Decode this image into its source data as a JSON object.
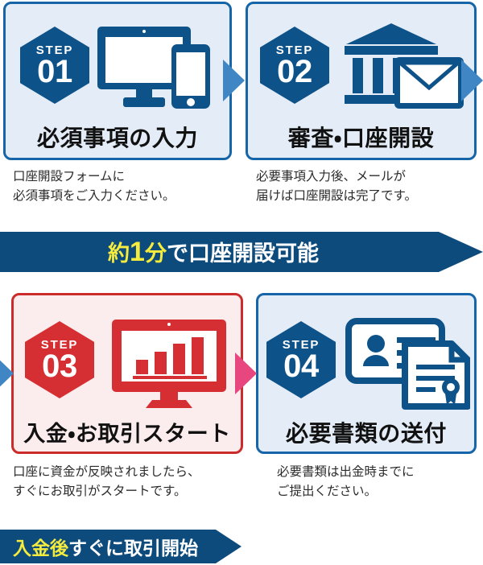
{
  "flow": {
    "steps": [
      {
        "badge_word": "STEP",
        "badge_number": "01",
        "title": "必須事項の入力",
        "description": "口座開設フォームに\n必須事項をご入力ください。",
        "icon": "desktop-mobile-icon",
        "theme": "blue",
        "badge_color": "#0d5289",
        "card_bg": "#e4edf7",
        "card_border": "#1565a8"
      },
      {
        "badge_word": "STEP",
        "badge_number": "02",
        "title": "審査・口座開設",
        "description": "必要事項入力後、メールが\n届けば口座開設は完了です。",
        "icon": "bank-envelope-icon",
        "theme": "blue",
        "badge_color": "#0d5289",
        "card_bg": "#e4edf7",
        "card_border": "#1565a8"
      },
      {
        "badge_word": "STEP",
        "badge_number": "03",
        "title": "入金・お取引スタート",
        "description": "口座に資金が反映されましたら、\nすぐにお取引がスタートです。",
        "icon": "monitor-barchart-icon",
        "theme": "red",
        "badge_color": "#d62f33",
        "card_bg": "#fbeced",
        "card_border": "#cc2b2b"
      },
      {
        "badge_word": "STEP",
        "badge_number": "04",
        "title": "必要書類の送付",
        "description": "必要書類は出金時までに\nご提出ください。",
        "icon": "id-card-document-icon",
        "theme": "blue",
        "badge_color": "#0d5289",
        "card_bg": "#e4edf7",
        "card_border": "#1565a8"
      }
    ],
    "arrows": [
      {
        "name": "arrow-step1-to-step2",
        "color": "#4186c4"
      },
      {
        "name": "arrow-step2-to-step3",
        "color": "#4186c4"
      },
      {
        "name": "arrow-into-step3",
        "color": "#4186c4"
      },
      {
        "name": "arrow-step3-to-step4",
        "color": "#e8467f"
      }
    ]
  },
  "banners": {
    "top": {
      "accent_prefix": "約",
      "accent_number": "1",
      "accent_suffix": "分",
      "rest": "で口座開設可能",
      "bg_color": "#0d4b7d",
      "accent_color": "#f5ec3d",
      "text_color": "#ffffff"
    },
    "bottom": {
      "accent": "入金後",
      "rest": "すぐに取引開始",
      "bg_color": "#0d4b7d",
      "accent_color": "#f5ec3d",
      "text_color": "#ffffff"
    }
  }
}
